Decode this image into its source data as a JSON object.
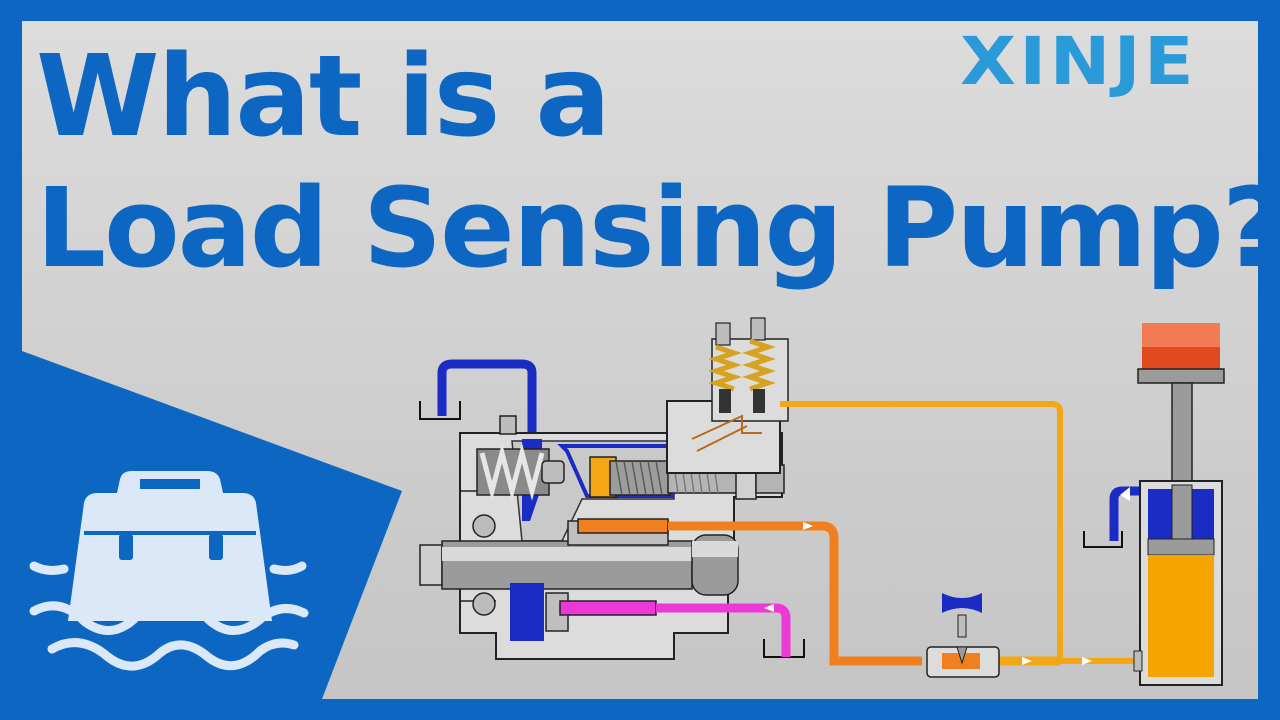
{
  "title": {
    "line1": "What is a",
    "line2": "Load Sensing Pump?"
  },
  "brand": "XINJE",
  "colors": {
    "background": "#0d66c2",
    "panel": "#d3d3d3",
    "title": "#0d66c2",
    "brand": "#2a9ad8",
    "tank_line": "#1b2cc4",
    "pressure_line": "#f07f1f",
    "load_sense_line": "#f3a714",
    "return_line": "#ec38d6",
    "cylinder_cap": "#e04a1f",
    "cylinder_oil": "#f5a400"
  },
  "icons": [
    "toolbox-icon",
    "water-wave-icon",
    "arrow-icon",
    "needle-valve-icon"
  ]
}
